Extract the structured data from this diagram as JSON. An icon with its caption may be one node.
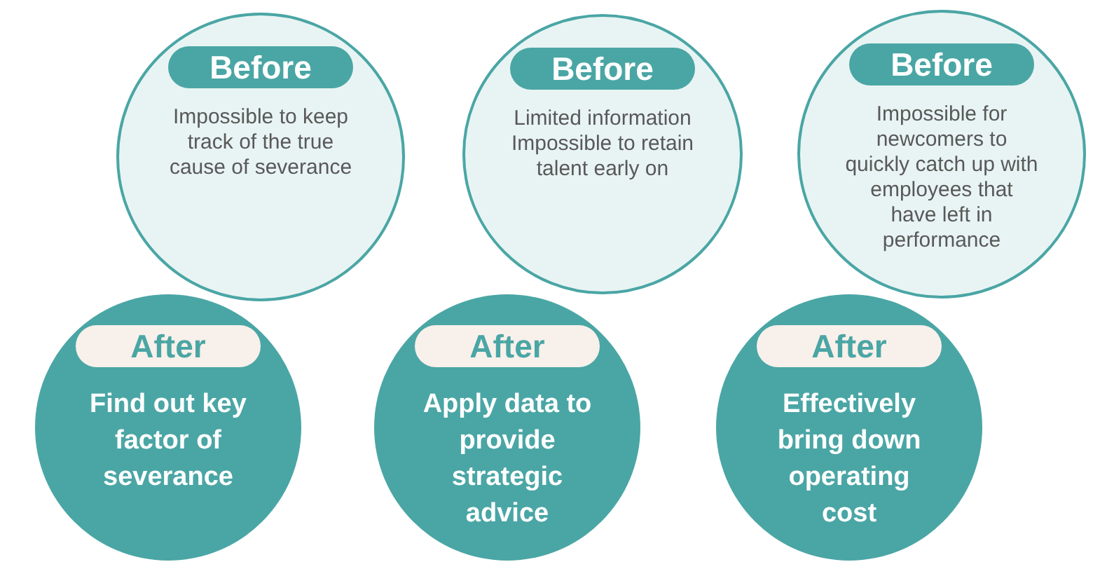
{
  "diagram": {
    "nodes": [
      {
        "text": [
          "Before",
          "Impossible to keep track of the true cause of severance"
        ]
      },
      {
        "text": [
          "Before",
          "Limited information Impossible to retain talent early on"
        ]
      },
      {
        "text": [
          "Before",
          "Impossible for newcomers to quickly catch up with employees that have left in performance"
        ]
      },
      {
        "text": [
          "After",
          "Find out key factor of severance"
        ]
      },
      {
        "text": [
          "After",
          "Apply data to provide strategic advice"
        ]
      },
      {
        "text": [
          "After",
          "Effectively bring down operating cost"
        ]
      }
    ]
  }
}
